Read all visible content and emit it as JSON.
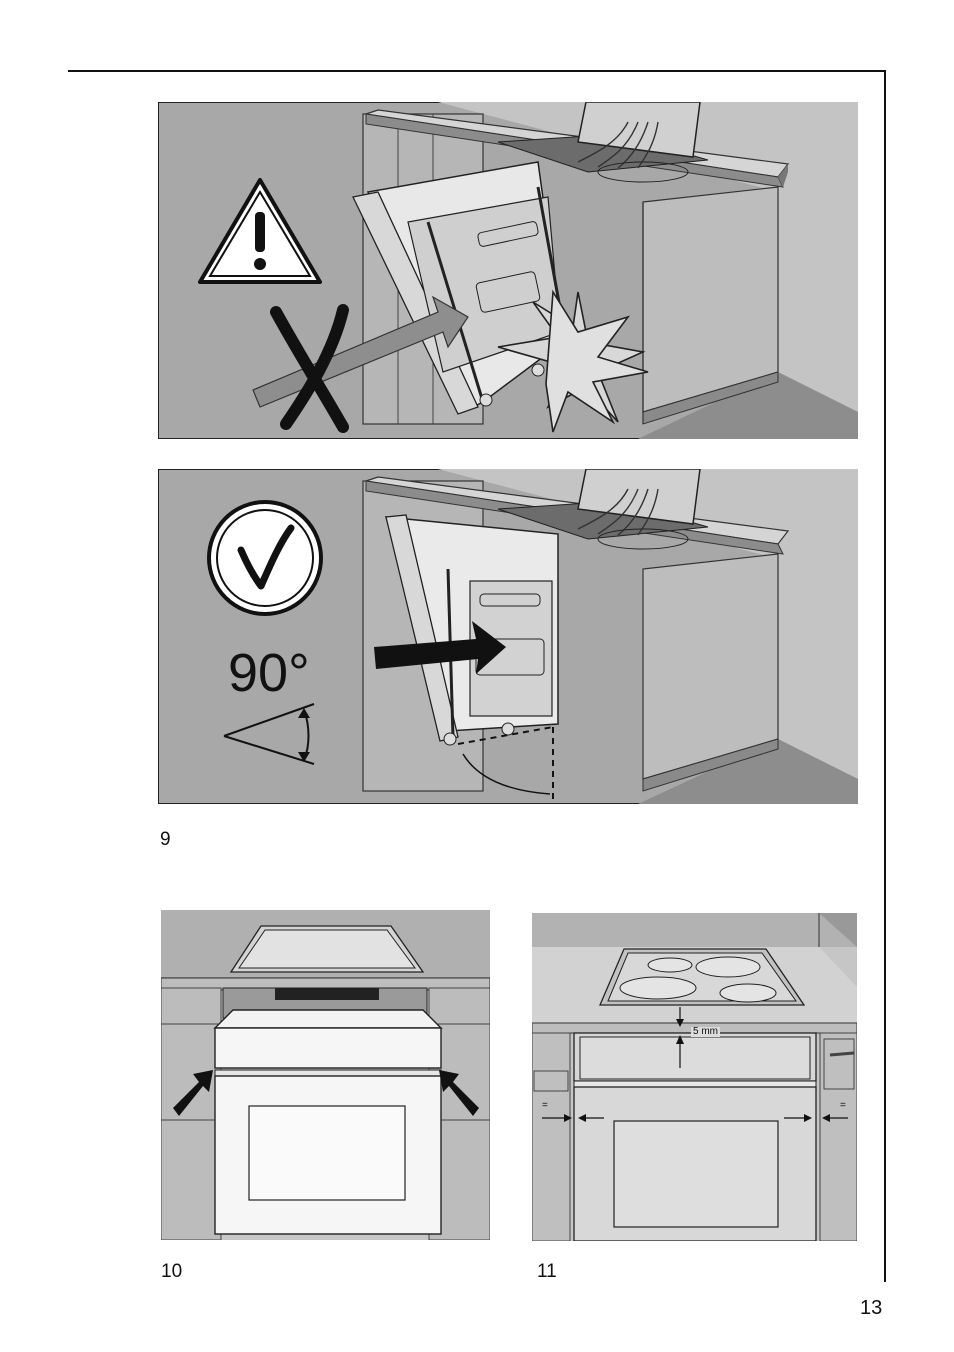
{
  "figures": {
    "fig9": {
      "number": "9",
      "angle_label": "90°",
      "warning_icon": "warning-triangle-icon",
      "ok_icon": "checkmark-circle-icon"
    },
    "fig10": {
      "number": "10"
    },
    "fig11": {
      "number": "11",
      "gap_label": "5 mm",
      "equal_label": "="
    }
  },
  "page": {
    "number": "13"
  }
}
